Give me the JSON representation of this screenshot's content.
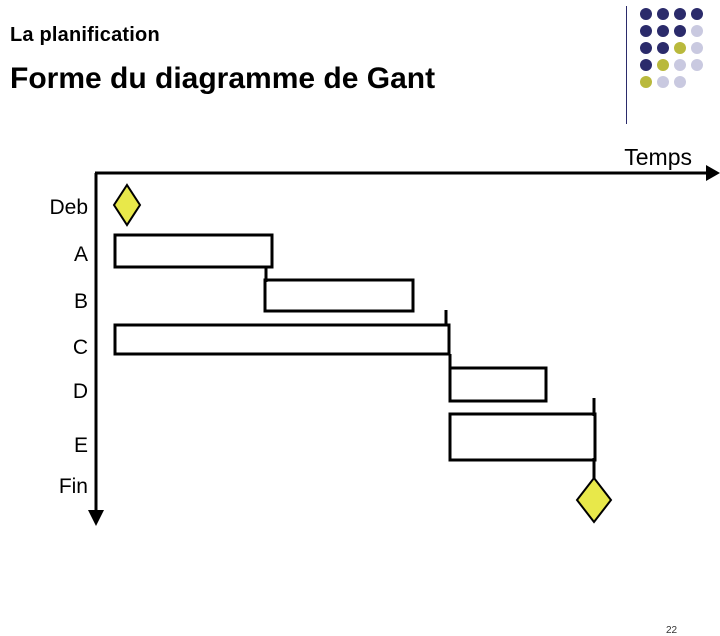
{
  "header": {
    "subtitle": "La planification",
    "title": "Forme du diagramme de Gant"
  },
  "logo": {
    "name": "dot-grid-logo",
    "colors": [
      "#2b2b6b",
      "#b9b93c",
      "#c9c9e0"
    ],
    "rows": 5,
    "cols": 5
  },
  "page_number": "22",
  "chart": {
    "axis_label": "Temps",
    "row_labels": [
      "Deb",
      "A",
      "B",
      "C",
      "D",
      "E",
      "Fin"
    ],
    "colors": {
      "bar_stroke": "#000000",
      "bar_fill": "#ffffff",
      "milestone_fill": "#e8e84a",
      "milestone_stroke": "#000000",
      "axis": "#000000"
    },
    "tasks": [
      {
        "label": "Deb",
        "type": "milestone",
        "start": 0,
        "end": 0
      },
      {
        "label": "A",
        "type": "bar",
        "start": 0,
        "end": 4
      },
      {
        "label": "B",
        "type": "bar",
        "start": 4,
        "end": 8
      },
      {
        "label": "C",
        "type": "bar",
        "start": 0,
        "end": 9
      },
      {
        "label": "D",
        "type": "bar",
        "start": 9,
        "end": 12
      },
      {
        "label": "E",
        "type": "bar",
        "start": 9,
        "end": 15
      },
      {
        "label": "Fin",
        "type": "milestone",
        "start": 15,
        "end": 15
      }
    ]
  }
}
